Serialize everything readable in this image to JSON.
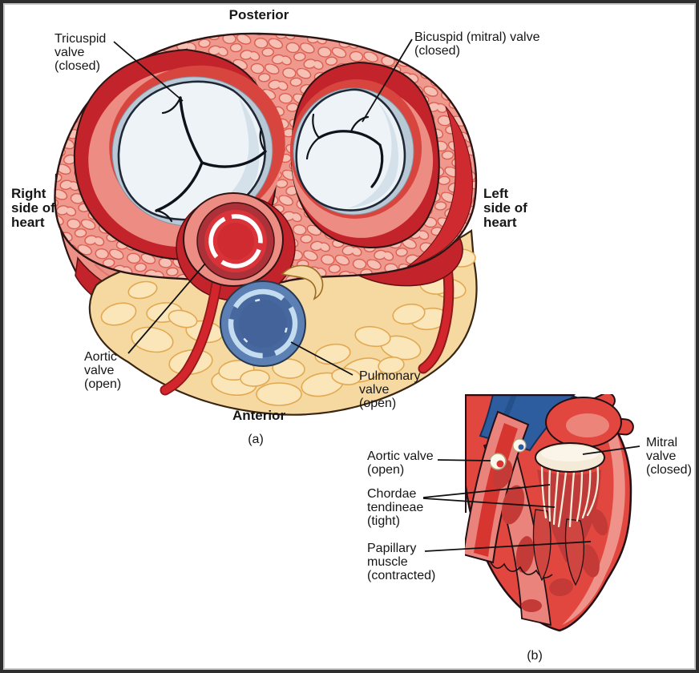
{
  "figure": {
    "panel_a": {
      "caption": "(a)",
      "posterior_label": "Posterior",
      "anterior_label": "Anterior",
      "right_side_label": "Right\nside of\nheart",
      "left_side_label": "Left\nside of\nheart",
      "tricuspid_label": "Tricuspid\nvalve\n(closed)",
      "bicuspid_label": "Bicuspid (mitral) valve\n(closed)",
      "aortic_label": "Aortic\nvalve\n(open)",
      "pulmonary_label": "Pulmonary\nvalve\n(open)"
    },
    "panel_b": {
      "caption": "(b)",
      "aortic_label": "Aortic valve\n(open)",
      "chordae_label": "Chordae\ntendineae\n(tight)",
      "papillary_label": "Papillary\nmuscle\n(contracted)",
      "mitral_label": "Mitral\nvalve\n(closed)"
    },
    "colors": {
      "myocardium_dark_red": "#c3242b",
      "wall_salmon": "#ec8c82",
      "bright_red": "#d8453e",
      "valve_leaflet_white": "#eef3f8",
      "fibrous_ring_gray": "#b9c8d5",
      "fat_yellow": "#f6d9a0",
      "pulmonary_valve_blue": "#47689f",
      "vessel_red": "#d2262c",
      "pulmonary_trunk_blue": "#2e5d9f",
      "chordae_cream": "#f4edda",
      "mitral_dome_cream": "#f3ebd7"
    }
  }
}
